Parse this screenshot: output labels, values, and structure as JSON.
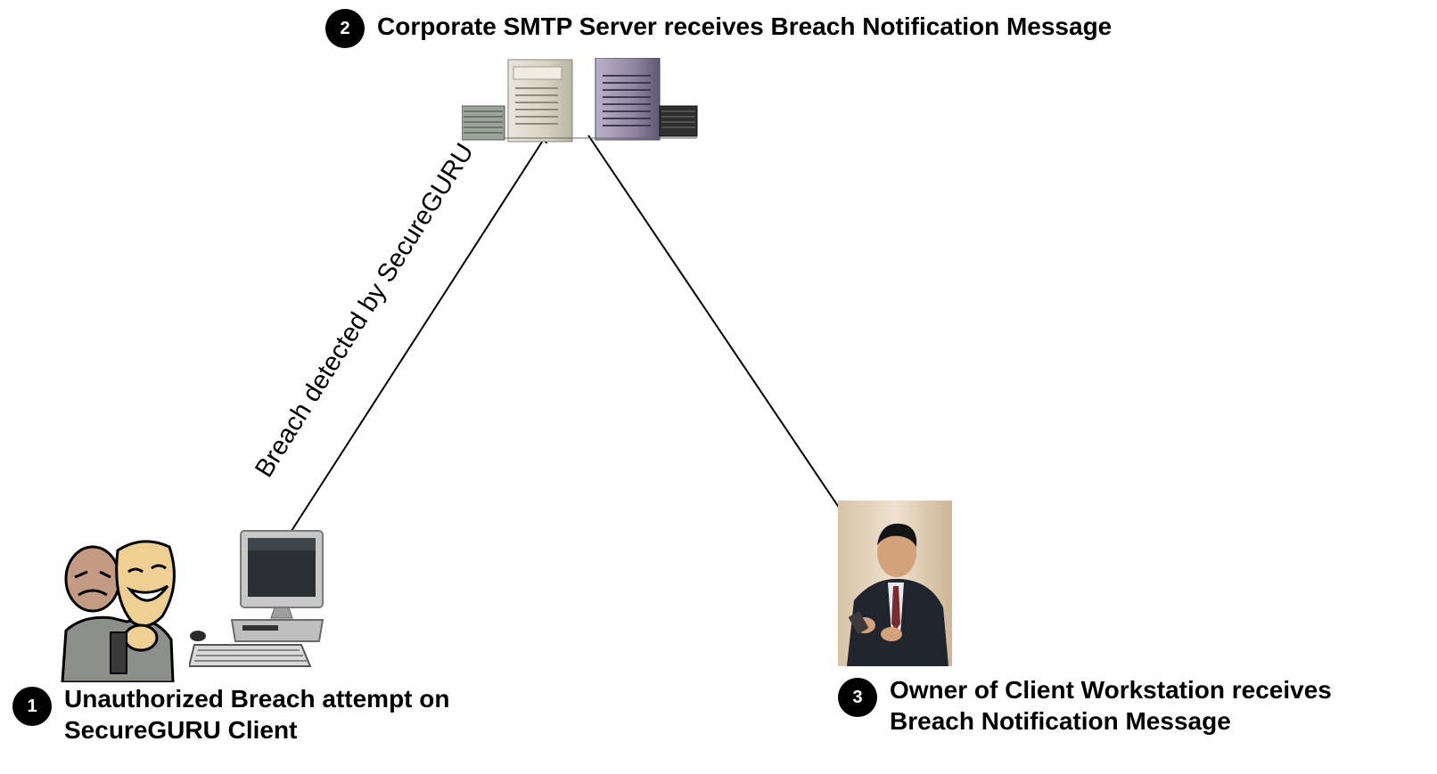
{
  "steps": [
    {
      "number": "1",
      "label_line1": "Unauthorized Breach attempt on",
      "label_line2": "SecureGURU Client"
    },
    {
      "number": "2",
      "label": "Corporate SMTP Server receives Breach Notification Message"
    },
    {
      "number": "3",
      "label_line1": "Owner of Client Workstation receives",
      "label_line2": "Breach Notification Message"
    }
  ],
  "arrow_label": "Breach detected by SecureGURU",
  "images": {
    "servers": "server-rack-icon",
    "attacker": "masked-attacker-icon",
    "workstation": "desktop-computer-icon",
    "owner": "businessman-with-phone-icon"
  }
}
